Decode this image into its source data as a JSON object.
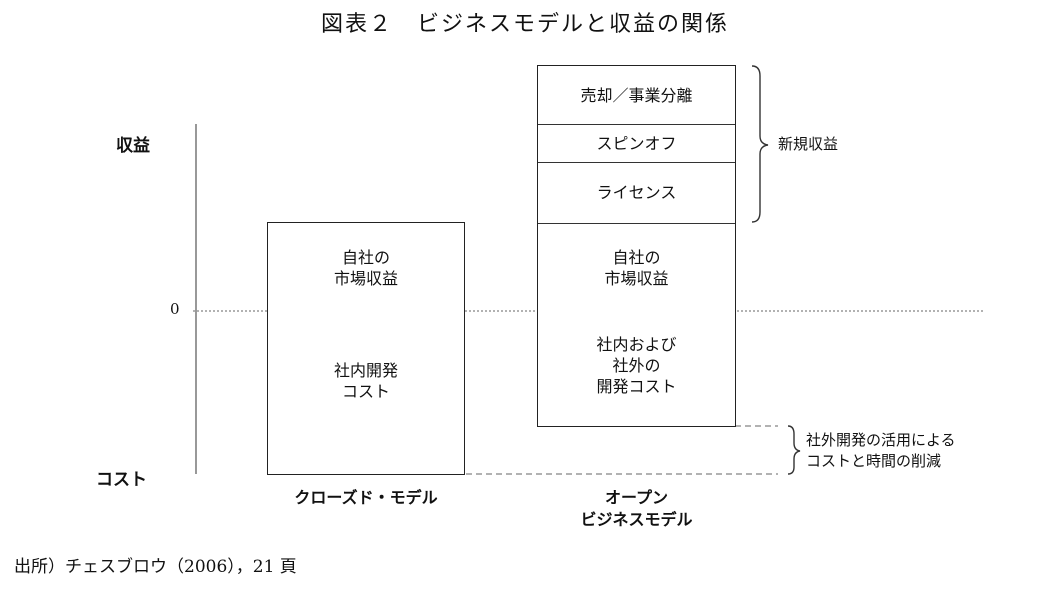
{
  "title": "図表２　ビジネスモデルと収益の関係",
  "y_axis": {
    "revenue_label": "収益",
    "zero_label": "0",
    "cost_label": "コスト"
  },
  "closed_model": {
    "label": "クローズド・モデル",
    "revenue_cell": "自社の\n市場収益",
    "cost_cell": "社内開発\nコスト"
  },
  "open_model": {
    "label": "オープン\nビジネスモデル",
    "cells": {
      "sale": "売却／事業分離",
      "spinoff": "スピンオフ",
      "license": "ライセンス",
      "market_revenue": "自社の\n市場収益",
      "dev_cost": "社内および\n社外の\n開発コスト"
    }
  },
  "annotations": {
    "new_revenue": "新規収益",
    "cost_reduction": "社外開発の活用による\nコストと時間の削減"
  },
  "source": "出所）チェスブロウ（2006），21 頁"
}
